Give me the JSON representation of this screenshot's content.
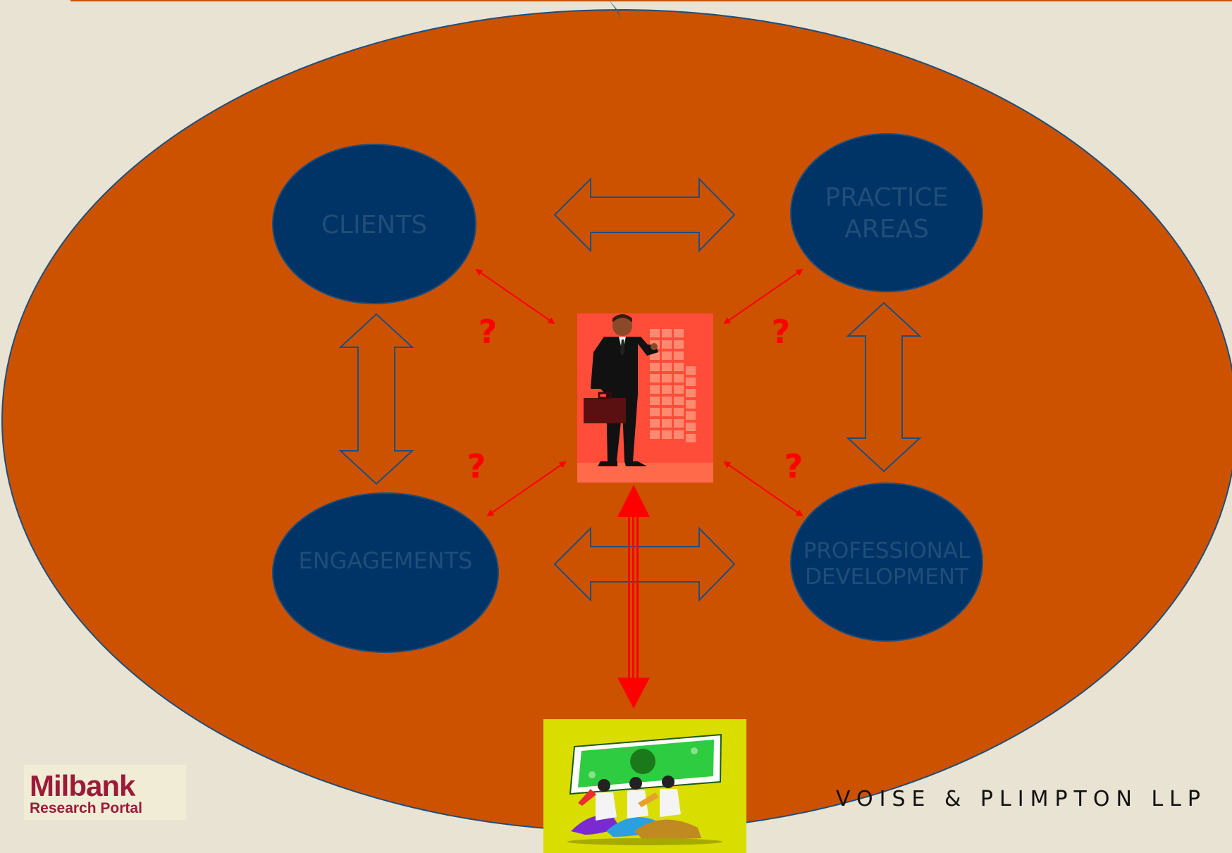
{
  "nodes": {
    "clients": "CLIENTS",
    "practice_areas": [
      "PRACTICE",
      "AREAS"
    ],
    "engagements": "ENGAGEMENTS",
    "professional_development": [
      "PROFESSIONAL",
      "DEVELOPMENT"
    ]
  },
  "question_marks": [
    "?",
    "?",
    "?",
    "?"
  ],
  "logo": {
    "line1": "Milbank",
    "line2": "Research Portal"
  },
  "firm_text": "VOISE & PLIMPTON LLP",
  "colors": {
    "background": "#e8e3d3",
    "outer_ellipse": "#cc5200",
    "node_fill": "#003366",
    "node_text": "#1f4e79",
    "arrow_outline": "#1f4e79",
    "red_arrow": "#ff0000",
    "person_bg": "#ff4d3a",
    "money_bg": "#d9dd00",
    "logo_text": "#9b1c3a"
  }
}
